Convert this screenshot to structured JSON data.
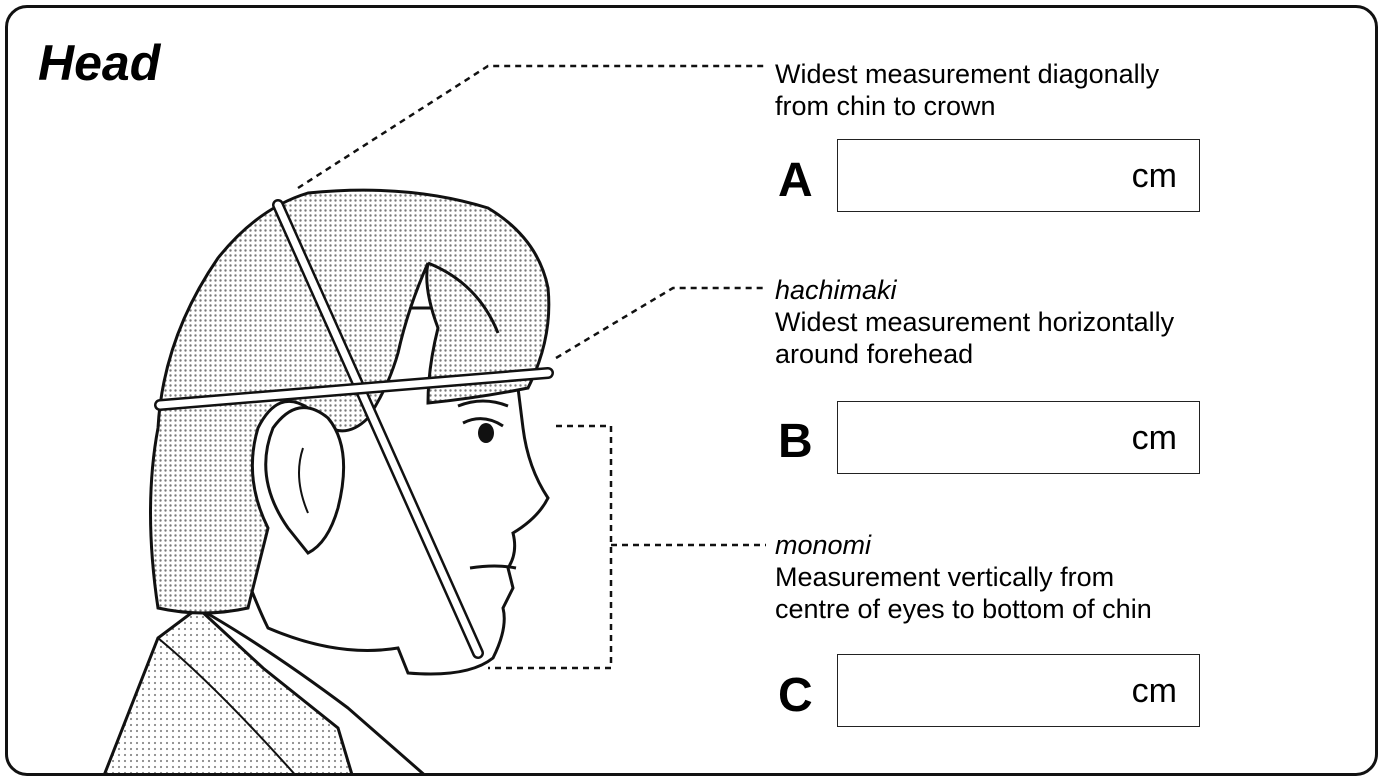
{
  "title": "Head",
  "measurements": [
    {
      "letter": "A",
      "term": "",
      "description_lines": [
        "Widest measurement diagonally",
        "from chin to crown"
      ],
      "unit": "cm",
      "value": ""
    },
    {
      "letter": "B",
      "term": "hachimaki",
      "description_lines": [
        "Widest measurement horizontally",
        "around forehead"
      ],
      "unit": "cm",
      "value": ""
    },
    {
      "letter": "C",
      "term": "monomi",
      "description_lines": [
        "Measurement vertically from",
        "centre of eyes to bottom of chin"
      ],
      "unit": "cm",
      "value": ""
    }
  ],
  "colors": {
    "border": "#111111",
    "hair_fill": "#cfcfcf",
    "robe_fill": "#d9d9d9",
    "strap": "#ffffff"
  }
}
